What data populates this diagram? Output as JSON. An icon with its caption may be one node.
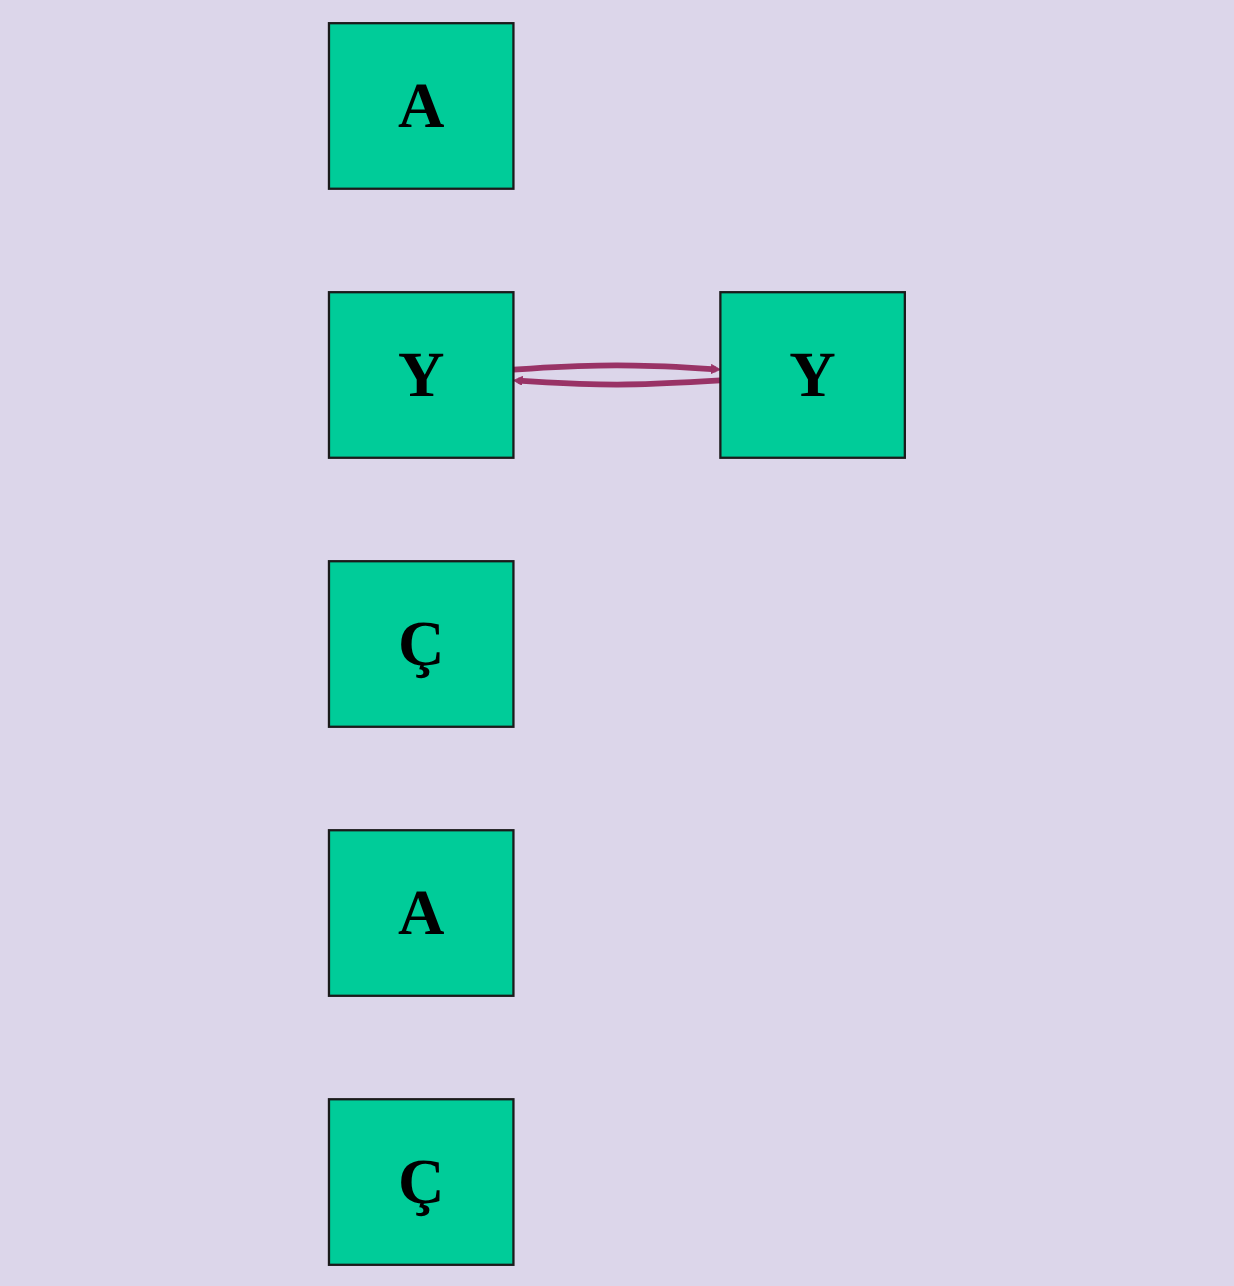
{
  "diagram": {
    "nodes": [
      {
        "text": [
          "A"
        ]
      },
      {
        "text": [
          "Y"
        ]
      },
      {
        "text": [
          "Ç"
        ]
      },
      {
        "text": [
          "A"
        ]
      },
      {
        "text": [
          "Y"
        ]
      },
      {
        "text": [
          "Ç"
        ]
      }
    ],
    "edges": [
      {
        "from": 1,
        "to": 4,
        "arrow": "to"
      },
      {
        "from": 4,
        "to": 1,
        "arrow": "to"
      }
    ]
  }
}
